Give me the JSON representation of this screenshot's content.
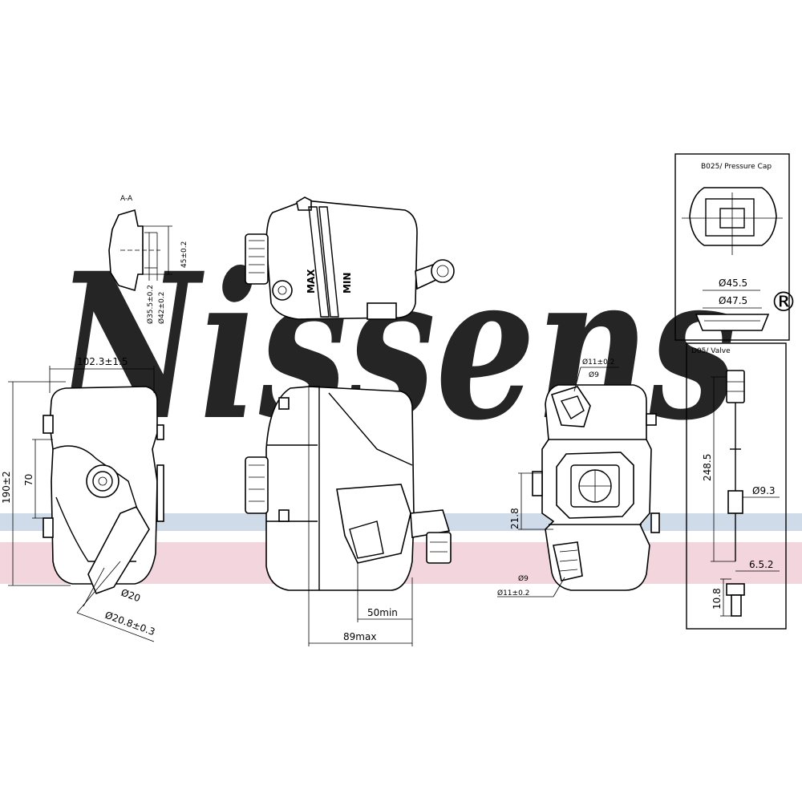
{
  "brand": {
    "watermark": "Nissens",
    "registered_mark": "®",
    "watermark_color": "#c9d6e6",
    "band_blue": "#cfdbe8",
    "band_red": "#f3d6dd"
  },
  "section_marker": "A-A",
  "dimensions": {
    "d_45": "45±0.2",
    "d_35_5": "Ø35.5±0.2",
    "d_42": "Ø42±0.2",
    "w_102": "102.3±1.5",
    "h_190": "190±2",
    "h_70": "70",
    "d_20": "Ø20",
    "d_20_8": "Ø20.8±0.3",
    "min_50": "50min",
    "max_89": "89max",
    "d_11_top": "Ø11±0.2",
    "d_9_top": "Ø9",
    "h_21_8": "21.8",
    "d_9_bot": "Ø9",
    "d_11_bot": "Ø11±0.2",
    "cap_45_5": "Ø45.5",
    "cap_47_5": "Ø47.5",
    "len_248_5": "248.5",
    "d_9_3": "Ø9.3",
    "d_6_5_2": "6.5.2",
    "h_10_8": "10.8"
  },
  "tank_marks": {
    "max": "MAX",
    "min": "MIN"
  },
  "panels": {
    "pressure_cap_title": "B025/ Pressure Cap",
    "valve_title": "D05/ Valve"
  }
}
